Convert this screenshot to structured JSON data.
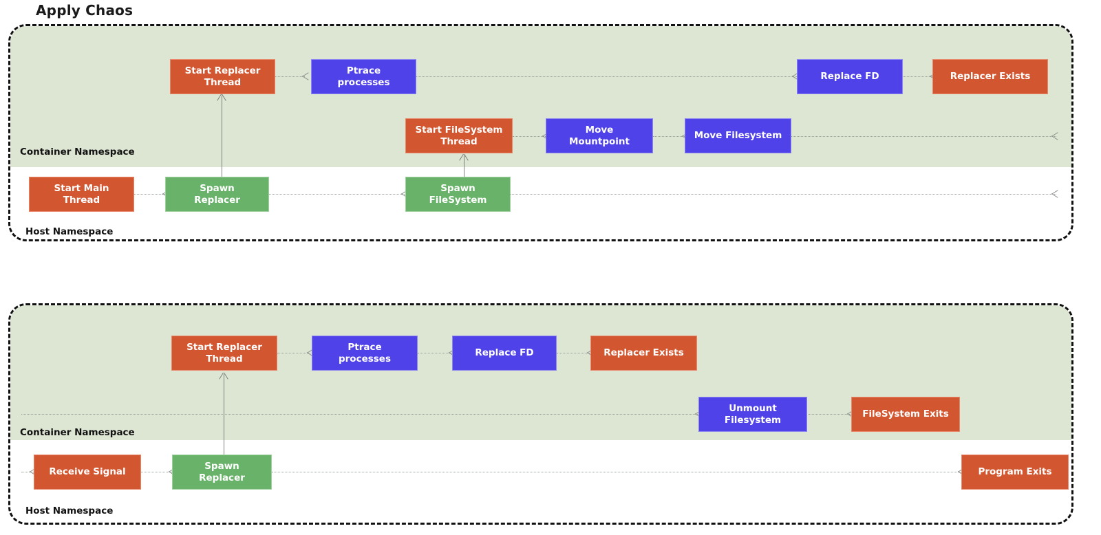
{
  "title": "Apply Chaos",
  "colors": {
    "orange": "#d2562f",
    "blue": "#4f42e8",
    "green": "#69b26a",
    "container_band": "#dde5d3",
    "panel_border": "#111111",
    "connector": "#9aa09a"
  },
  "panels": [
    {
      "id": "apply-chaos",
      "namespaces": {
        "container_label": "Container Namespace",
        "host_label": "Host Namespace"
      },
      "nodes": [
        {
          "id": "start-replacer-thread",
          "label": "Start Replacer\nThread",
          "color": "orange",
          "lane": "container"
        },
        {
          "id": "ptrace-processes",
          "label": "Ptrace\nprocesses",
          "color": "blue",
          "lane": "container"
        },
        {
          "id": "replace-fd",
          "label": "Replace FD",
          "color": "blue",
          "lane": "container"
        },
        {
          "id": "replacer-exists",
          "label": "Replacer Exists",
          "color": "orange",
          "lane": "container"
        },
        {
          "id": "start-filesystem-thread",
          "label": "Start FileSystem\nThread",
          "color": "orange",
          "lane": "container"
        },
        {
          "id": "move-mountpoint",
          "label": "Move\nMountpoint",
          "color": "blue",
          "lane": "container"
        },
        {
          "id": "move-filesystem",
          "label": "Move Filesystem",
          "color": "blue",
          "lane": "container"
        },
        {
          "id": "start-main-thread",
          "label": "Start Main\nThread",
          "color": "orange",
          "lane": "host"
        },
        {
          "id": "spawn-replacer",
          "label": "Spawn\nReplacer",
          "color": "green",
          "lane": "host"
        },
        {
          "id": "spawn-filesystem",
          "label": "Spawn\nFileSystem",
          "color": "green",
          "lane": "host"
        }
      ],
      "edges": [
        {
          "from": "start-replacer-thread",
          "to": "ptrace-processes"
        },
        {
          "from": "ptrace-processes",
          "to": "replace-fd"
        },
        {
          "from": "replace-fd",
          "to": "replacer-exists"
        },
        {
          "from": "start-filesystem-thread",
          "to": "move-mountpoint"
        },
        {
          "from": "move-mountpoint",
          "to": "move-filesystem"
        },
        {
          "from": "move-filesystem",
          "to": ""
        },
        {
          "from": "start-main-thread",
          "to": "spawn-replacer"
        },
        {
          "from": "spawn-replacer",
          "to": "spawn-filesystem"
        },
        {
          "from": "spawn-filesystem",
          "to": ""
        },
        {
          "from": "spawn-replacer",
          "to": "start-replacer-thread"
        },
        {
          "from": "spawn-filesystem",
          "to": "start-filesystem-thread"
        }
      ]
    },
    {
      "id": "recover-chaos",
      "namespaces": {
        "container_label": "Container Namespace",
        "host_label": "Host Namespace"
      },
      "nodes": [
        {
          "id": "start-replacer-thread-2",
          "label": "Start Replacer\nThread",
          "color": "orange",
          "lane": "container"
        },
        {
          "id": "ptrace-processes-2",
          "label": "Ptrace\nprocesses",
          "color": "blue",
          "lane": "container"
        },
        {
          "id": "replace-fd-2",
          "label": "Replace FD",
          "color": "blue",
          "lane": "container"
        },
        {
          "id": "replacer-exists-2",
          "label": "Replacer Exists",
          "color": "orange",
          "lane": "container"
        },
        {
          "id": "unmount-filesystem",
          "label": "Unmount\nFilesystem",
          "color": "blue",
          "lane": "container"
        },
        {
          "id": "filesystem-exits",
          "label": "FileSystem Exits",
          "color": "orange",
          "lane": "container"
        },
        {
          "id": "receive-signal",
          "label": "Receive Signal",
          "color": "orange",
          "lane": "host"
        },
        {
          "id": "spawn-replacer-2",
          "label": "Spawn\nReplacer",
          "color": "green",
          "lane": "host"
        },
        {
          "id": "program-exits",
          "label": "Program Exits",
          "color": "orange",
          "lane": "host"
        }
      ],
      "edges": [
        {
          "from": "start-replacer-thread-2",
          "to": "ptrace-processes-2"
        },
        {
          "from": "ptrace-processes-2",
          "to": "replace-fd-2"
        },
        {
          "from": "replace-fd-2",
          "to": "replacer-exists-2"
        },
        {
          "from": "",
          "to": "unmount-filesystem"
        },
        {
          "from": "unmount-filesystem",
          "to": "filesystem-exits"
        },
        {
          "from": "",
          "to": "receive-signal"
        },
        {
          "from": "receive-signal",
          "to": "spawn-replacer-2"
        },
        {
          "from": "spawn-replacer-2",
          "to": "program-exits"
        },
        {
          "from": "spawn-replacer-2",
          "to": "start-replacer-thread-2"
        }
      ]
    }
  ]
}
